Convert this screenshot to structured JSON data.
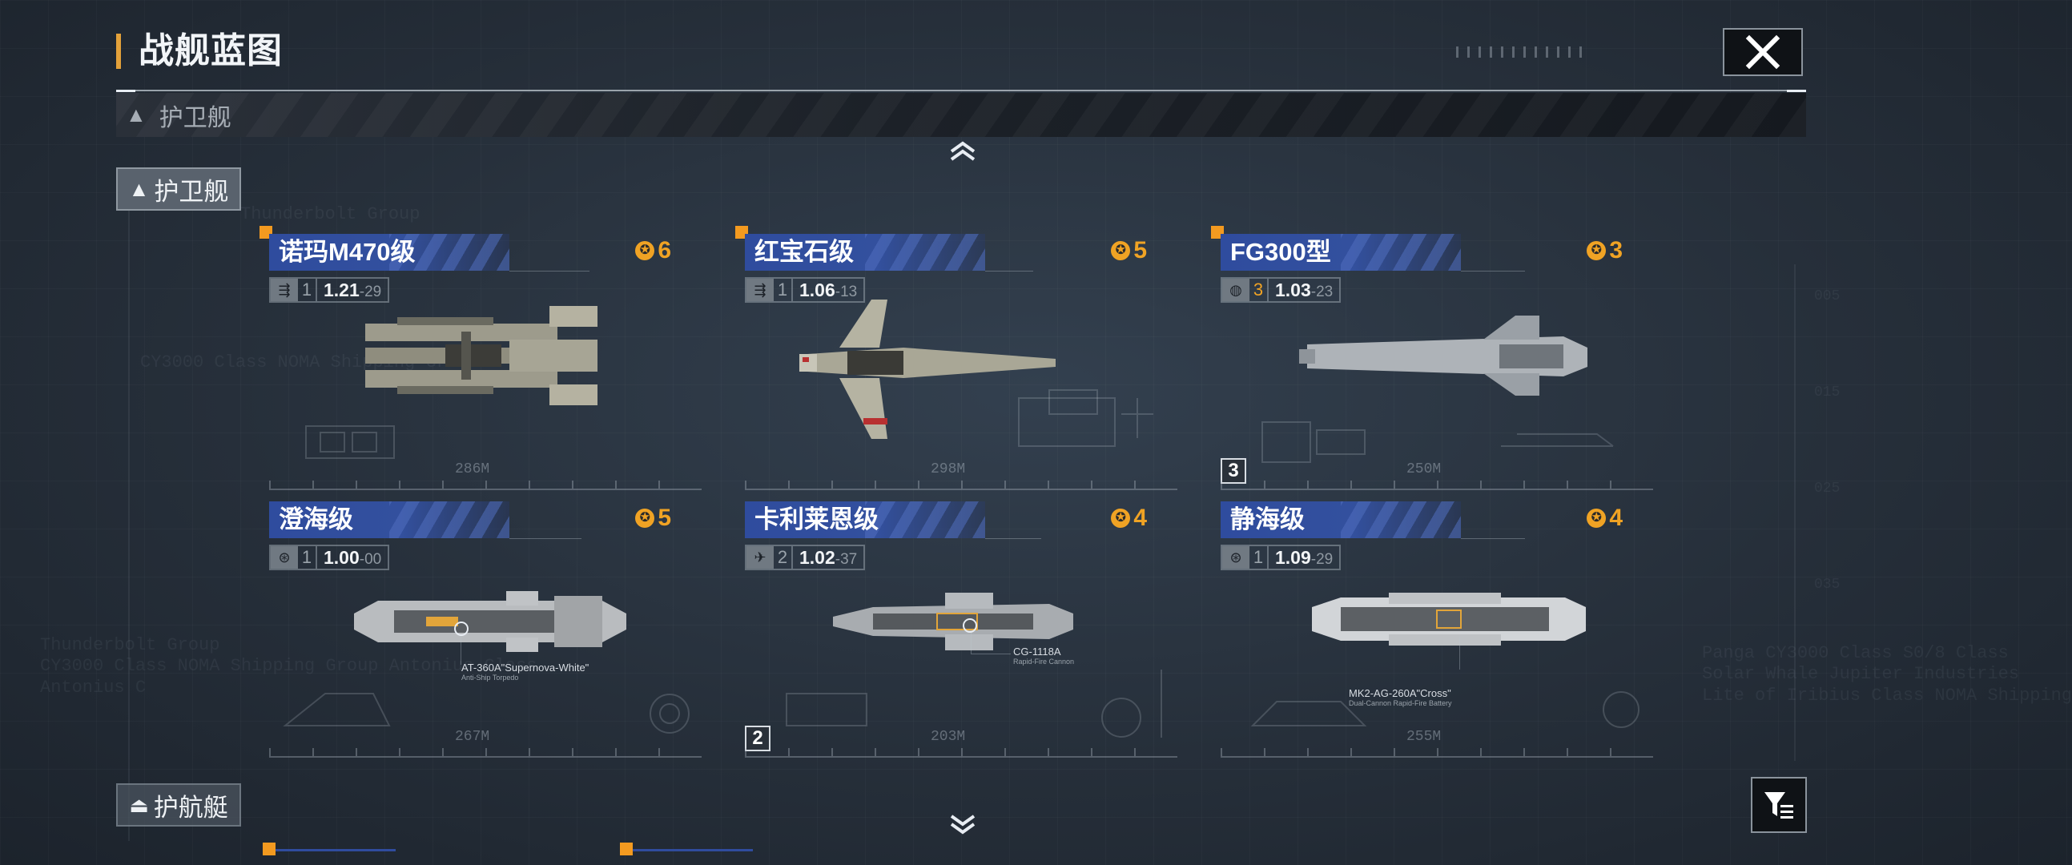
{
  "header": {
    "title": "战舰蓝图"
  },
  "category_banner": {
    "label": "护卫舰"
  },
  "side_tabs": [
    {
      "label": "护卫舰",
      "icon": "triangle-icon",
      "active": true
    },
    {
      "label": "护航艇",
      "icon": "escort-icon",
      "active": false
    }
  ],
  "ships": [
    {
      "name": "诺玛M470级",
      "points": "6",
      "role_icon": "railgun-icon",
      "tier": "1",
      "version": "1.21",
      "sub": "29",
      "length": "286M",
      "count": "",
      "weapon": "",
      "weapon_sub": ""
    },
    {
      "name": "红宝石级",
      "points": "5",
      "role_icon": "railgun-icon",
      "tier": "1",
      "version": "1.06",
      "sub": "13",
      "length": "298M",
      "count": "",
      "weapon": "",
      "weapon_sub": ""
    },
    {
      "name": "FG300型",
      "points": "3",
      "role_icon": "globe-icon",
      "tier": "3",
      "version": "1.03",
      "sub": "23",
      "length": "250M",
      "count": "3",
      "weapon": "",
      "weapon_sub": ""
    },
    {
      "name": "澄海级",
      "points": "5",
      "role_icon": "missile-icon",
      "tier": "1",
      "version": "1.00",
      "sub": "00",
      "length": "267M",
      "count": "",
      "weapon": "AT-360A\"Supernova-White\"",
      "weapon_sub": "Anti-Ship Torpedo"
    },
    {
      "name": "卡利莱恩级",
      "points": "4",
      "role_icon": "aircraft-icon",
      "tier": "2",
      "version": "1.02",
      "sub": "37",
      "length": "203M",
      "count": "2",
      "weapon": "CG-1118A",
      "weapon_sub": "Rapid-Fire Cannon"
    },
    {
      "name": "静海级",
      "points": "4",
      "role_icon": "missile-icon",
      "tier": "1",
      "version": "1.09",
      "sub": "29",
      "length": "255M",
      "count": "",
      "weapon": "MK2-AG-260A\"Cross\"",
      "weapon_sub": "Dual-Cannon Rapid-Fire Battery"
    }
  ],
  "background_text": [
    "Thunderbolt Group",
    "CY3000 Class NOMA Shipping Group",
    "Thunderbolt Group\nCY3000 Class NOMA Shipping Group Antonius Class\nAntonius C",
    "Panga CY3000 Class S0/8 Class\nSolar Whale Jupiter Industries\nLite of Iribius Class NOMA Shipping",
    "005",
    "015",
    "025",
    "035"
  ],
  "colors": {
    "accent_orange": "#f39a20",
    "points_gold": "#f0a324",
    "name_bar_blue": "#2f4c9e",
    "title_accent": "#e3a13a"
  }
}
